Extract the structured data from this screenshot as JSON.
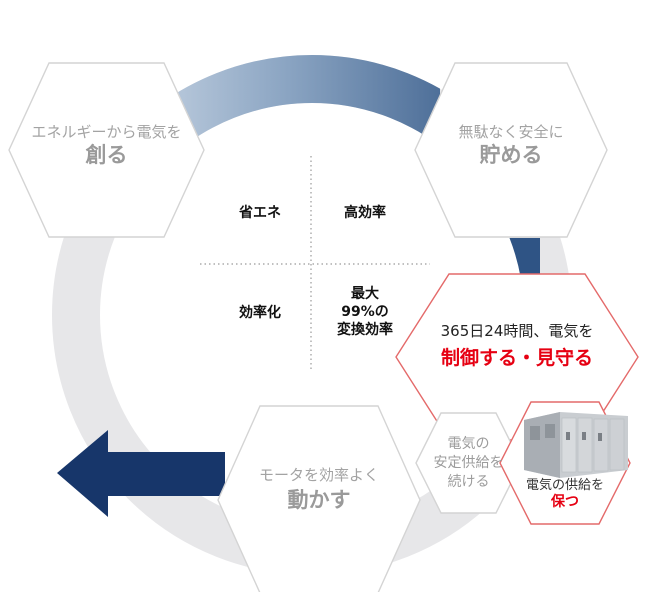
{
  "colors": {
    "ring": "#e7e7e9",
    "navy": "#2f5485",
    "arrow": "#17366a",
    "accent_red": "#e60012",
    "hex_border_gray": "#cfcfcf"
  },
  "hexagons": {
    "create": {
      "line1": "エネルギーから電気を",
      "line2": "創る"
    },
    "store": {
      "line1": "無駄なく安全に",
      "line2": "貯める"
    },
    "control": {
      "line1": "365日24時間、電気を",
      "line2": "制御する・見守る"
    },
    "drive": {
      "line1": "モータを効率よく",
      "line2": "動かす"
    },
    "stable": {
      "line1": "電気の",
      "line2": "安定供給を",
      "line3": "続ける"
    },
    "supply": {
      "line1": "電気の供給を",
      "line2": "保つ"
    }
  },
  "center": {
    "top_left": "省エネ",
    "top_right": "高効率",
    "bottom_left": "効率化",
    "bottom_right": {
      "line1": "最大",
      "line2": "99%の",
      "line3": "変換効率"
    }
  },
  "icons": {
    "equipment": "electrical-cabinet-icon",
    "arrow": "arrow-left-icon"
  }
}
